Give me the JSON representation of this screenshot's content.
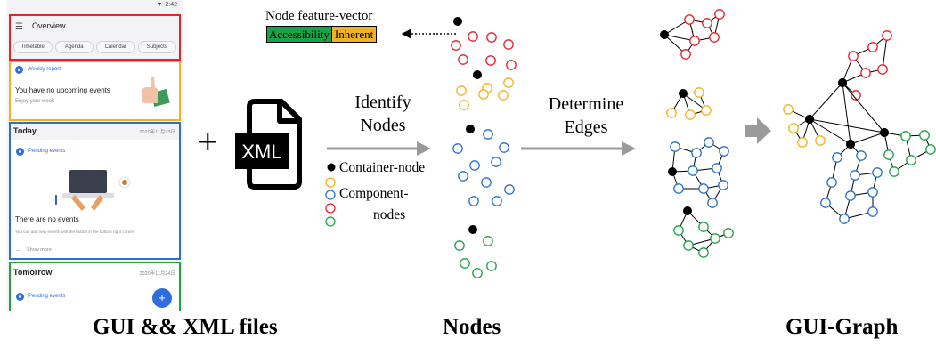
{
  "phone": {
    "status_time": "2:42",
    "overview_title": "Overview",
    "tabs": [
      "Timetable",
      "Agenda",
      "Calendar",
      "Subjects"
    ],
    "weekly_report": "Weekly report",
    "no_upcoming": "You have no upcoming events",
    "enjoy_week": "Enjoy your week",
    "today_title": "Today",
    "today_date": "2020年11月23日",
    "pending_events": "Pending events",
    "no_events": "There are no events",
    "add_hint": "You can add new events with the button in the bottom right corner",
    "show_more": "Show more",
    "tomorrow_title": "Tomorrow",
    "tomorrow_date": "2020年11月24日",
    "tomorrow_pending": "Pending events",
    "fab_symbol": "+"
  },
  "plus_symbol": "+",
  "xml_icon_label": "XML",
  "identify_label": [
    "Identify",
    "Nodes"
  ],
  "determine_label": [
    "Determine",
    "Edges"
  ],
  "feature_vector": {
    "title": "Node feature-vector",
    "accessibility": "Accessibility",
    "inherent": "Inherent"
  },
  "legend": {
    "container": "Container-node",
    "component_line1": "Component-",
    "component_line2": "nodes"
  },
  "bottom_labels": {
    "gui_xml": "GUI  && XML files",
    "nodes": "Nodes",
    "gui_graph": "GUI-Graph"
  },
  "colors": {
    "red": "#e8202a",
    "yellow": "#f3b21b",
    "blue": "#2a72c8",
    "green": "#21a046",
    "container": "#000000",
    "arrow": "#9a9a9a",
    "accessibility_bg": "#1aa24a",
    "inherent_bg": "#f0b325"
  }
}
